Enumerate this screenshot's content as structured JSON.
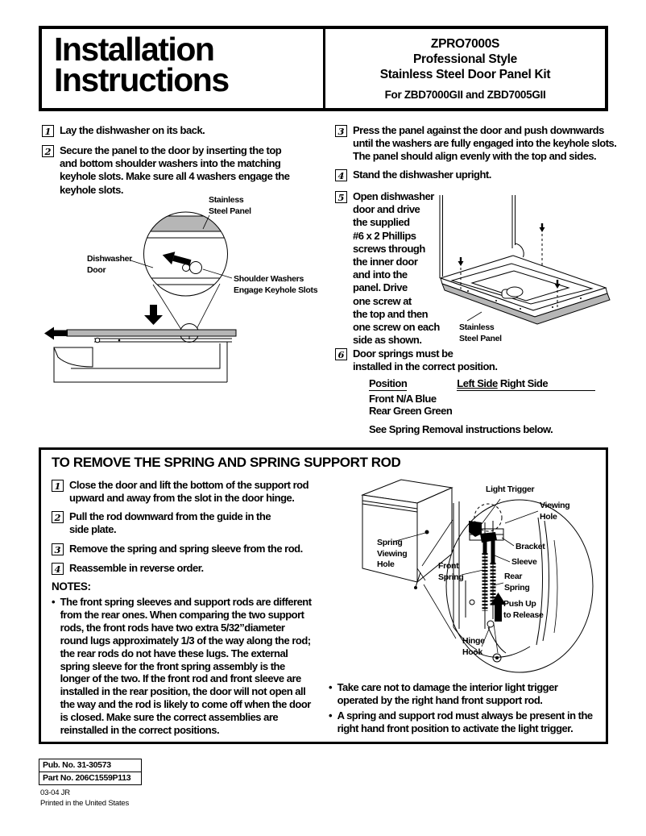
{
  "colors": {
    "ink": "#000000",
    "paper": "#ffffff",
    "panel_gray": "#b6b6b6"
  },
  "header": {
    "title": "Installation\nInstructions",
    "model": "ZPRO7000S",
    "subtitle1": "Professional Style",
    "subtitle2": "Stainless Steel Door Panel Kit",
    "compat": "For ZBD7000GII and ZBD7005GII"
  },
  "main_steps": [
    {
      "num": "1",
      "text": "Lay the dishwasher on its back."
    },
    {
      "num": "2",
      "text": "Secure the panel to the door by inserting the top\nand bottom shoulder washers into the matching\nkeyhole slots. Make sure all 4 washers engage the\nkeyhole slots."
    },
    {
      "num": "3",
      "text": "Press the panel against the door and push downwards\nuntil the washers are fully engaged into the keyhole slots.\nThe panel should align evenly with the top and sides."
    },
    {
      "num": "4",
      "text": "Stand the dishwasher upright."
    },
    {
      "num": "5",
      "text": "Open dishwasher\ndoor and drive\nthe supplied\n#6 x 2 Phillips\nscrews through\nthe inner door\nand into the\npanel. Drive\none screw at\nthe top and then\none screw on each\nside as shown."
    },
    {
      "num": "6",
      "text": "Door springs must be\ninstalled in the correct position."
    }
  ],
  "spring_table": {
    "header_position": "Position",
    "header_left": "Left Side",
    "header_right": "Right Side",
    "rows": [
      {
        "position": "Front",
        "left": "N/A",
        "right": "Blue"
      },
      {
        "position": "Rear",
        "left": "Green",
        "right": "Green"
      }
    ],
    "footnote": "See Spring Removal instructions below."
  },
  "diagram_labels": {
    "stainless_steel_panel": "Stainless\nSteel Panel",
    "dishwasher_door": "Dishwasher\nDoor",
    "shoulder_washers": "Shoulder Washers\nEngage Keyhole Slots",
    "stainless_steel_panel_2": "Stainless\nSteel Panel",
    "spring_viewing_hole": "Spring\nViewing\nHole",
    "light_trigger": "Light Trigger",
    "viewing_hole": "Viewing\nHole",
    "bracket": "Bracket",
    "sleeve": "Sleeve",
    "front_spring": "Front\nSpring",
    "rear_spring": "Rear\nSpring",
    "push_up": "Push Up\nto Release",
    "hinge_hook": "Hinge\nHook"
  },
  "spring_section": {
    "title": "TO REMOVE THE SPRING AND SPRING SUPPORT ROD",
    "steps": [
      {
        "num": "1",
        "text": "Close the door and lift the bottom of the support rod\nupward and away from the slot in the door hinge."
      },
      {
        "num": "2",
        "text": "Pull the rod downward from the guide in the\nside plate."
      },
      {
        "num": "3",
        "text": "Remove the spring and spring sleeve from the rod."
      },
      {
        "num": "4",
        "text": "Reassemble in reverse order."
      }
    ],
    "notes_title": "NOTES:",
    "bullet_char": "•",
    "note": "The front spring sleeves and support rods are different\nfrom the rear ones. When comparing the two support\nrods, the front rods have two extra 5/32”diameter\nround lugs approximately 1/3 of the way along the rod;\nthe rear rods do not have these lugs. The external\nspring sleeve for the front spring assembly is the\nlonger of the two. If the front rod and front sleeve are\ninstalled in the rear position, the door will not open all\nthe way and the rod is likely to come off when the door\nis closed. Make sure the correct assemblies are\nreinstalled in the correct positions.",
    "right_bullets": [
      "Take care not to damage the interior light trigger\noperated by the right hand front support rod.",
      "A spring and support rod must always be present in the\nright hand front position to activate the light trigger."
    ]
  },
  "footer": {
    "pub_no": "Pub. No. 31-30573",
    "part_no": "Part No. 206C1559P113",
    "date_code": "03-04 JR",
    "printed": "Printed in the United States"
  }
}
